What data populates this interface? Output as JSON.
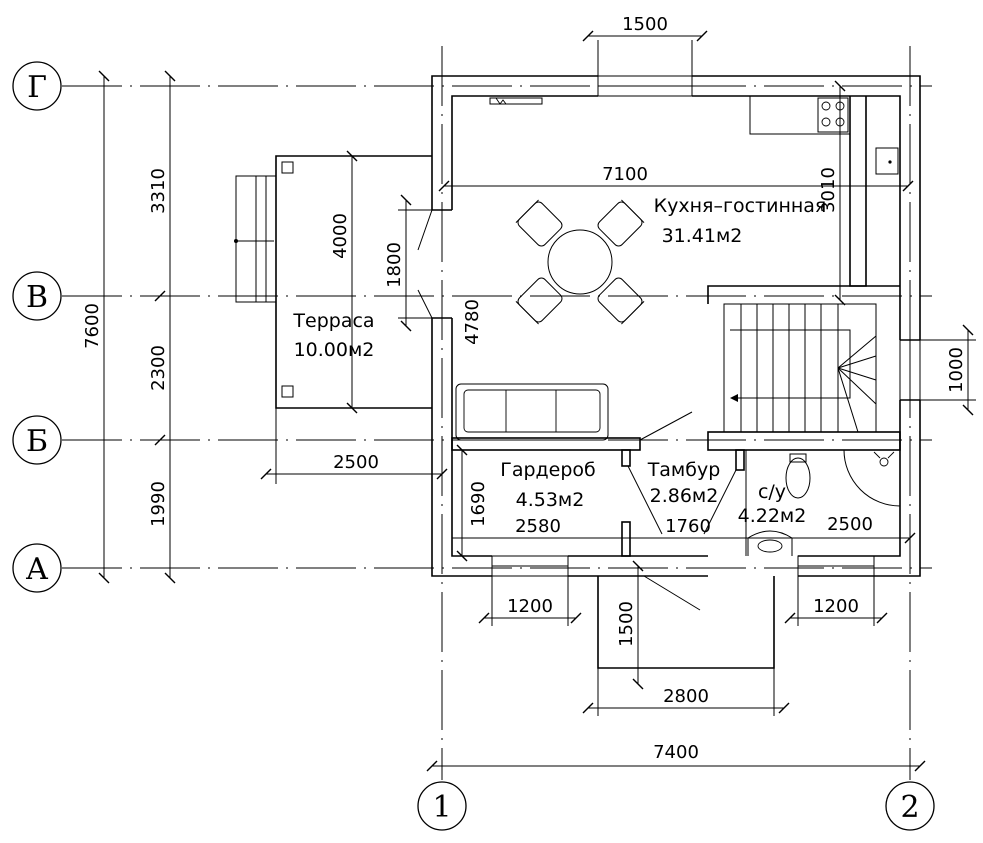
{
  "axes": {
    "rows": [
      {
        "id": "row-g",
        "label": "Г"
      },
      {
        "id": "row-v",
        "label": "В"
      },
      {
        "id": "row-b",
        "label": "Б"
      },
      {
        "id": "row-a",
        "label": "А"
      }
    ],
    "cols": [
      {
        "id": "col-1",
        "label": "1"
      },
      {
        "id": "col-2",
        "label": "2"
      }
    ]
  },
  "rooms": {
    "kitchen": {
      "name": "Кухня–гостинная",
      "area": "31.41м2"
    },
    "terrace": {
      "name": "Терраса",
      "area": "10.00м2"
    },
    "wardrobe": {
      "name": "Гардероб",
      "area": "4.53м2"
    },
    "vestibule": {
      "name": "Тамбур",
      "area": "2.86м2"
    },
    "bathroom": {
      "name": "с/у",
      "area": "4.22м2"
    }
  },
  "dimensions": {
    "top_window": "1500",
    "left_3310": "3310",
    "left_2300": "2300",
    "left_1990": "1990",
    "left_total": "7600",
    "terrace_depth": "4000",
    "terrace_door": "1800",
    "terrace_width": "2500",
    "kitchen_width": "7100",
    "kitchen_depth_right": "3010",
    "kitchen_depth_left": "4780",
    "right_window": "1000",
    "wardrobe_height": "1690",
    "wardrobe_width": "2580",
    "vestibule_width": "1760",
    "bathroom_width": "2500",
    "window_left": "1200",
    "window_right": "1200",
    "porch_depth": "1500",
    "porch_width": "2800",
    "total_width": "7400"
  }
}
